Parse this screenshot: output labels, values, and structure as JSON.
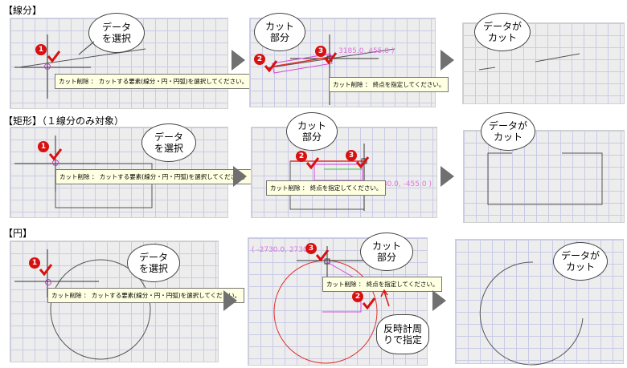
{
  "sections": {
    "line": {
      "label": "【線分】"
    },
    "rect": {
      "label": "【矩形】（１線分のみ対象）"
    },
    "circle": {
      "label": "【円】"
    }
  },
  "bubbles": {
    "select_line1": "データ",
    "select_line2": "を選択",
    "cut_line1": "カット",
    "cut_line2": "部分",
    "done_line1": "データが",
    "done_line2": "カット",
    "ccw_line1": "反時計周",
    "ccw_line2": "りで指定"
  },
  "tooltips": {
    "select_element": "カット削除 ： カットする要素(線分・円・円弧)を選択してください。",
    "specify_end": "カット削除 ： 終点を指定してください。"
  },
  "coords": {
    "line": "3185.0, 455.0 )",
    "rect": "( 2730.0, -455.0 )",
    "circle": "( -2730.0, 2730"
  },
  "badges": {
    "one": "1",
    "two": "2",
    "three": "3"
  },
  "colors": {
    "badge": "#d81010",
    "coord_text": "#e070e0",
    "cut_red": "#e03030",
    "cut_magenta": "#dd44dd",
    "arrow_gray": "#707070",
    "tooltip_bg": "#ffffe1"
  },
  "icons": {
    "step_arrow": "right-triangle-arrow-icon",
    "pick": "checkmark-icon"
  }
}
